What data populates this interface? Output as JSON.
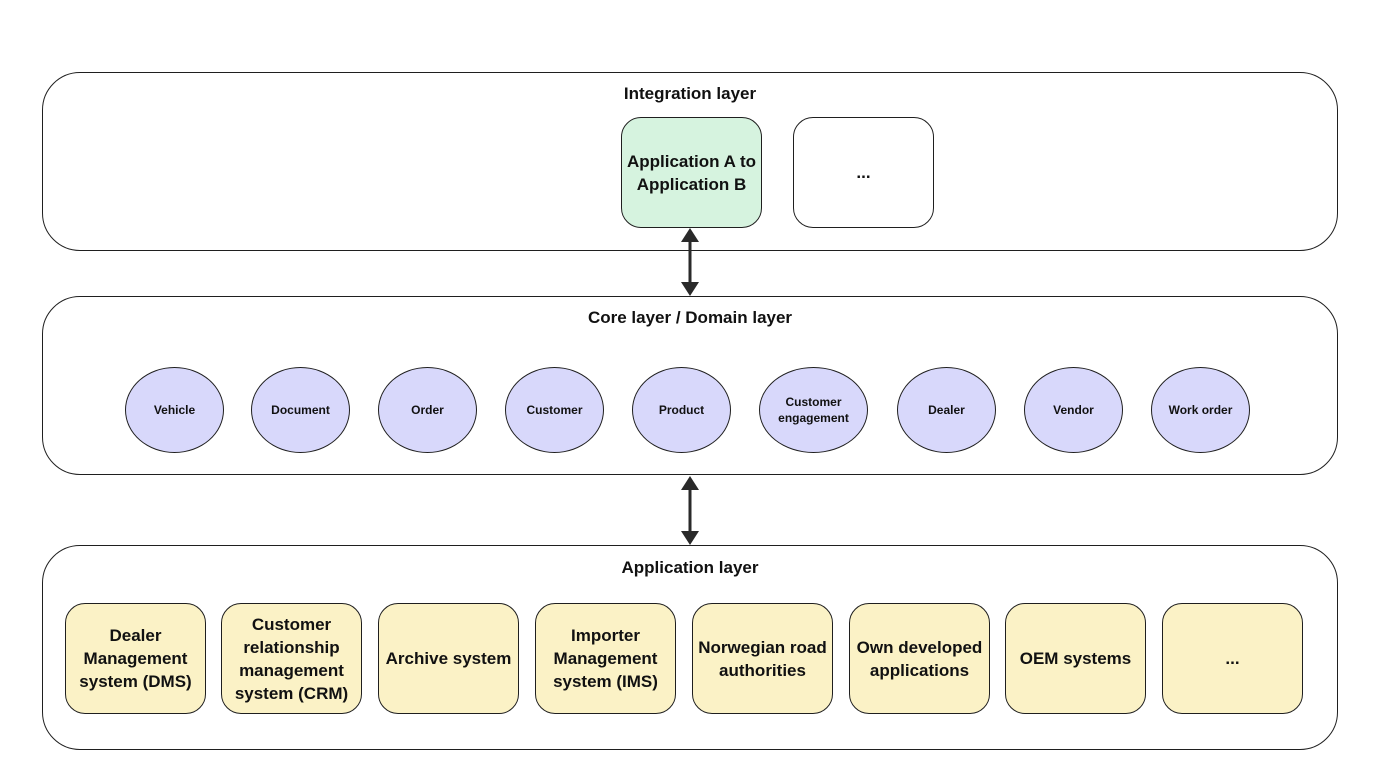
{
  "integration_layer": {
    "title": "Integration layer",
    "boxes": [
      {
        "label": "Application A to Application B"
      },
      {
        "label": "..."
      }
    ]
  },
  "core_layer": {
    "title": "Core layer / Domain layer",
    "entities": [
      {
        "label": "Vehicle"
      },
      {
        "label": "Document"
      },
      {
        "label": "Order"
      },
      {
        "label": "Customer"
      },
      {
        "label": "Product"
      },
      {
        "label": "Customer engagement"
      },
      {
        "label": "Dealer"
      },
      {
        "label": "Vendor"
      },
      {
        "label": "Work order"
      }
    ]
  },
  "application_layer": {
    "title": "Application layer",
    "systems": [
      {
        "label": "Dealer Management system (DMS)"
      },
      {
        "label": "Customer relationship management system (CRM)"
      },
      {
        "label": "Archive system"
      },
      {
        "label": "Importer Management system (IMS)"
      },
      {
        "label": "Norwegian road authorities"
      },
      {
        "label": "Own developed applications"
      },
      {
        "label": "OEM systems"
      },
      {
        "label": "..."
      }
    ]
  },
  "colors": {
    "integration_box": "#d6f3df",
    "core_entity": "#d8d8fb",
    "application_box": "#fbf2c6",
    "stroke": "#1f1f1f"
  }
}
